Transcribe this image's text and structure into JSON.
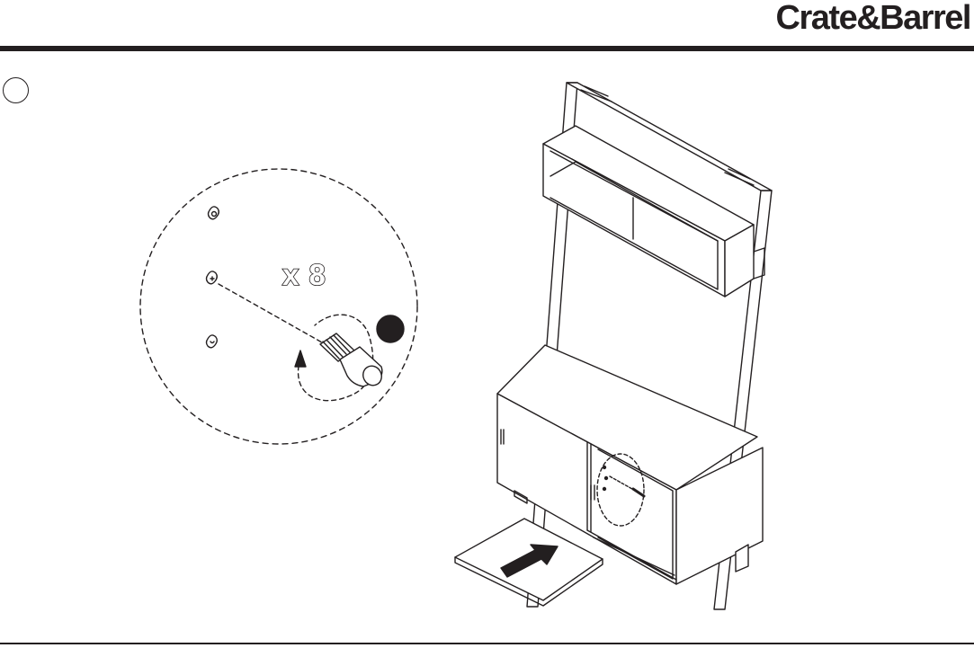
{
  "header": {
    "brand": "Crate&Barrel"
  },
  "step": {
    "quantity_label": "x 8"
  },
  "icons": {
    "step_marker": "empty-circle",
    "detail_callout": "magnified-circle",
    "cam_lock": "cam-lock-icon",
    "cam_bolt": "cam-bolt-icon",
    "rotation": "rotation-arrow-icon",
    "part_marker": "filled-circle",
    "insert_direction": "arrow-icon"
  },
  "colors": {
    "ink": "#231f20",
    "paper": "#ffffff"
  }
}
